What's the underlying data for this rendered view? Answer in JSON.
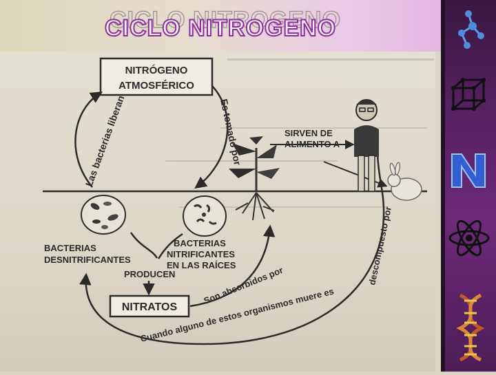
{
  "slide": {
    "title": "CICLO NITROGENO"
  },
  "diagram": {
    "atmospheric_box": {
      "line1": "NITRÓGENO",
      "line2": "ATMOSFÉRICO"
    },
    "nitrates_box": "NITRATOS",
    "labels": {
      "bacteria_release": "Las bacterias liberan",
      "taken_by": "Es tomado por",
      "serve_food_1": "SIRVEN DE",
      "serve_food_2": "ALIMENTO A",
      "denitrifying_1": "BACTERIAS",
      "denitrifying_2": "DESNITRIFICANTES",
      "nitrifying_1": "BACTERIAS",
      "nitrifying_2": "NITRIFICANTES",
      "nitrifying_3": "EN LAS RAÍCES",
      "produce": "PRODUCEN",
      "absorbed_by": "Son absorbidos por",
      "decomposed_by": "descompuesto por",
      "when_dies": "Cuando alguno de estos organismos muere es"
    }
  },
  "sidebar_icons": [
    "molecule-icon",
    "cube-icon",
    "nitrogen-letter-icon",
    "atom-icon",
    "dna-icon"
  ],
  "colors": {
    "title_stroke": "#8e2aa2",
    "sidebar": "#5b2266",
    "nitrogen_letter": "#2f5fd0",
    "ink": "#2a2a2a"
  }
}
